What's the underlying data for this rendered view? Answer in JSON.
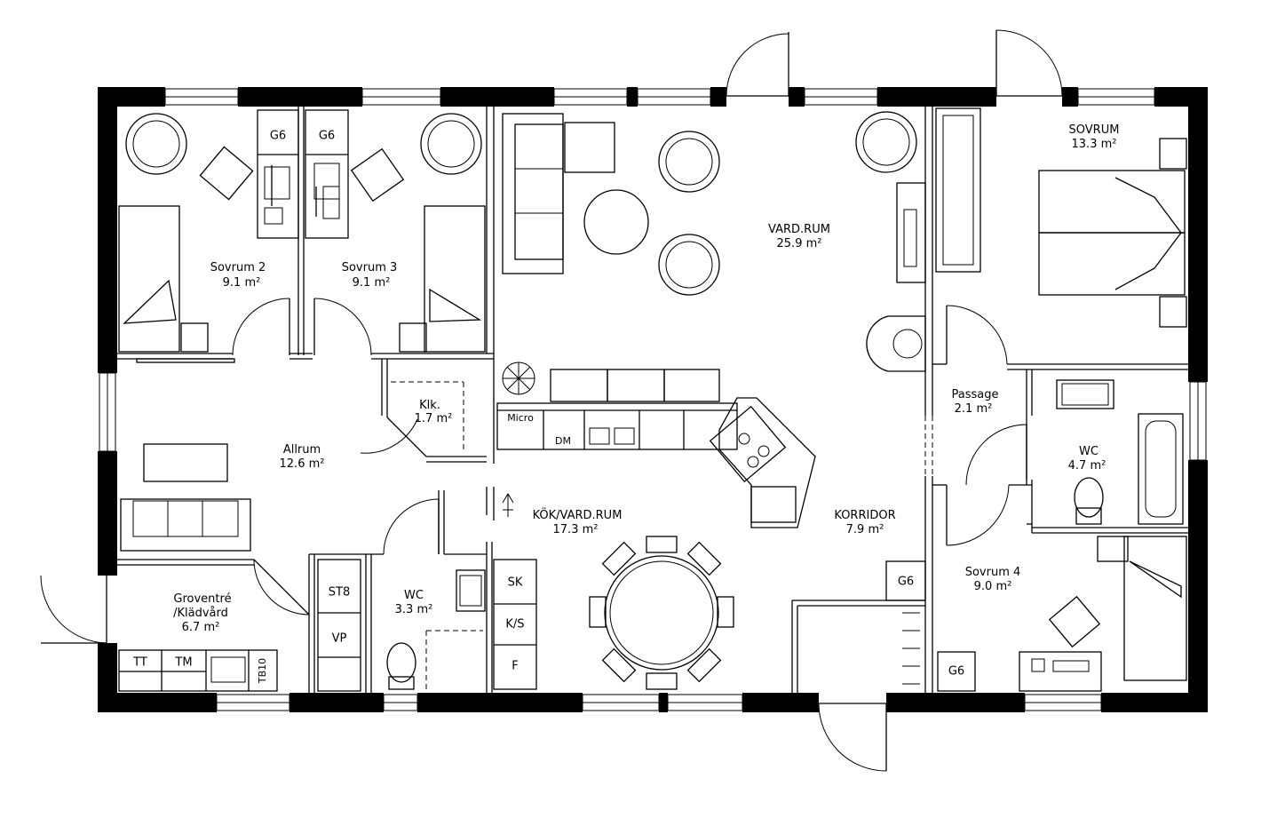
{
  "rooms": [
    {
      "id": "sovrum2",
      "name": "Sovrum 2",
      "area": "9.1 m²"
    },
    {
      "id": "sovrum3",
      "name": "Sovrum 3",
      "area": "9.1 m²"
    },
    {
      "id": "vardrum",
      "name": "VARD.RUM",
      "area": "25.9 m²"
    },
    {
      "id": "sovrum",
      "name": "SOVRUM",
      "area": "13.3 m²"
    },
    {
      "id": "klk",
      "name": "Klk.",
      "area": "1.7 m²"
    },
    {
      "id": "allrum",
      "name": "Allrum",
      "area": "12.6 m²"
    },
    {
      "id": "passage",
      "name": "Passage",
      "area": "2.1 m²"
    },
    {
      "id": "wc-bath",
      "name": "WC",
      "area": "4.7 m²"
    },
    {
      "id": "kok",
      "name": "KÖK/VARD.RUM",
      "area": "17.3 m²"
    },
    {
      "id": "korridor",
      "name": "KORRIDOR",
      "area": "7.9 m²"
    },
    {
      "id": "sovrum4",
      "name": "Sovrum 4",
      "area": "9.0 m²"
    },
    {
      "id": "groventre",
      "name": "Groventré",
      "name2": "/Klädvård",
      "area": "6.7 m²"
    },
    {
      "id": "wc-small",
      "name": "WC",
      "area": "3.3 m²"
    }
  ],
  "labels": {
    "g6": "G6",
    "micro": "Micro",
    "dm": "DM",
    "sk": "SK",
    "ks": "K/S",
    "f": "F",
    "st8": "ST8",
    "vp": "VP",
    "tt": "TT",
    "tm": "TM",
    "tb10": "TB10"
  }
}
